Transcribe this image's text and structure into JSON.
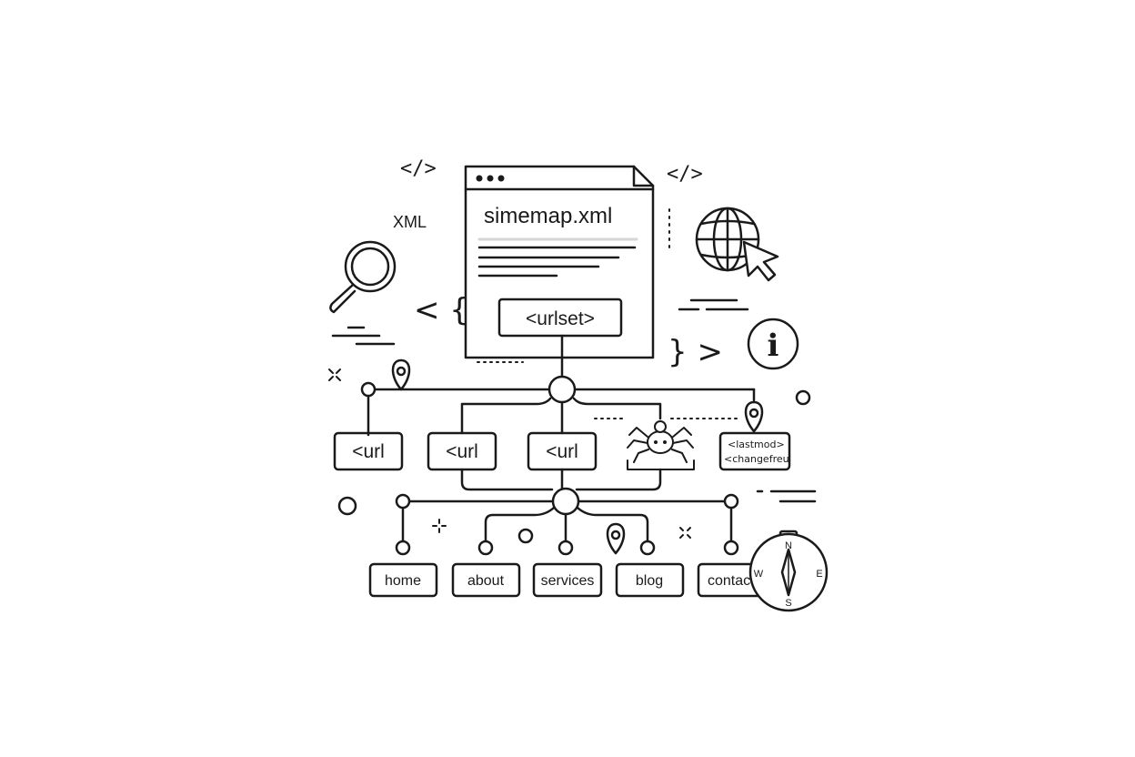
{
  "doc": {
    "title": "simemap.xml",
    "root_tag": "<urlset>"
  },
  "labels": {
    "xml": "XML",
    "code_tag_left": "</>",
    "code_tag_right": "</>",
    "brace_left": "< {",
    "brace_right": "} >"
  },
  "url_nodes": [
    "<url",
    "<url",
    "<url"
  ],
  "meta_box": {
    "line1": "<lastmod>",
    "line2": "<changefreu"
  },
  "pages": [
    "home",
    "about",
    "services",
    "blog",
    "contac"
  ],
  "info_icon": {
    "glyph": "i"
  },
  "compass": {
    "n": "N",
    "s": "S",
    "e": "E",
    "w": "W"
  },
  "colors": {
    "stroke": "#1a1a1a",
    "muted": "#d6d6d6",
    "background": "#ffffff"
  }
}
